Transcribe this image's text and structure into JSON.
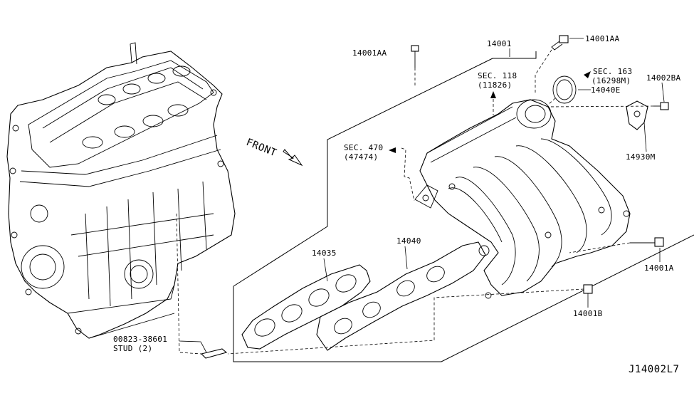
{
  "diagram_id": "J14002L7",
  "front_label": "FRONT",
  "labels": {
    "p14001": "14001",
    "p14001AA_a": "14001AA",
    "p14001AA_b": "14001AA",
    "sec118": "SEC. 118",
    "sec118_sub": "(11826)",
    "sec163": "SEC. 163",
    "sec163_sub": "(16298M)",
    "p14040E": "14040E",
    "p14002BA": "14002BA",
    "sec470": "SEC. 470",
    "sec470_sub": "(47474)",
    "p14930M": "14930M",
    "p14035": "14035",
    "p14040": "14040",
    "p14001A": "14001A",
    "p14001B": "14001B",
    "p00823": "00823-38601",
    "stud": "STUD (2)"
  }
}
